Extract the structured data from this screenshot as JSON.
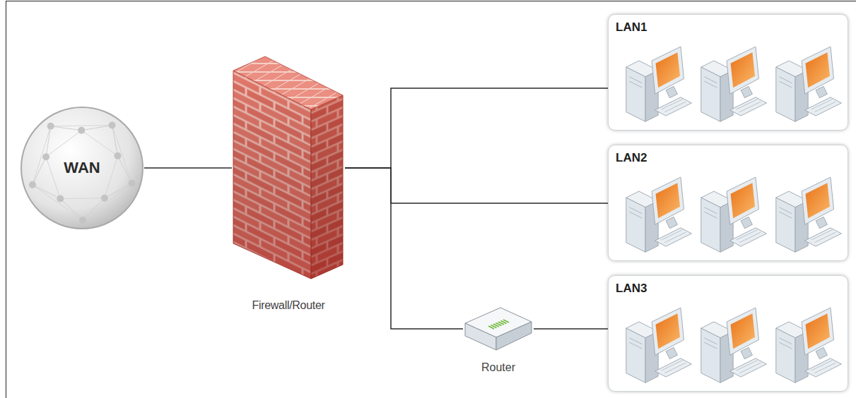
{
  "diagram": {
    "nodes": [
      {
        "text": [
          "WAN"
        ]
      },
      {
        "text": [
          "Firewall/Router"
        ]
      },
      {
        "text": [
          "LAN1"
        ]
      },
      {
        "text": [
          "LAN2"
        ]
      },
      {
        "text": [
          "Router"
        ]
      },
      {
        "text": [
          "LAN3"
        ]
      }
    ],
    "edges": [
      {
        "from": 0,
        "to": 1,
        "arrow": "none"
      },
      {
        "from": 1,
        "to": 2,
        "arrow": "none"
      },
      {
        "from": 1,
        "to": 3,
        "arrow": "none"
      },
      {
        "from": 1,
        "to": 4,
        "arrow": "none"
      },
      {
        "from": 4,
        "to": 5,
        "arrow": "none"
      }
    ]
  }
}
